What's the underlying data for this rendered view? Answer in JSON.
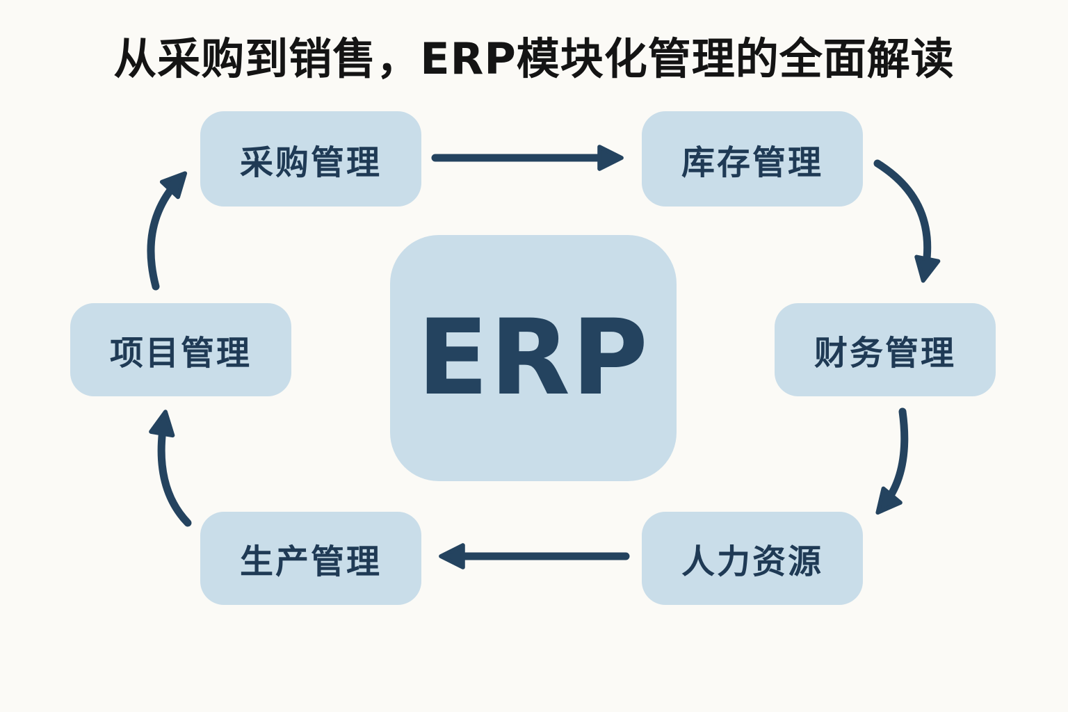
{
  "title": "从采购到销售，ERP模块化管理的全面解读",
  "center": {
    "label": "ERP"
  },
  "modules": [
    {
      "id": "procurement",
      "label": "采购管理"
    },
    {
      "id": "inventory",
      "label": "库存管理"
    },
    {
      "id": "finance",
      "label": "财务管理"
    },
    {
      "id": "hr",
      "label": "人力资源"
    },
    {
      "id": "production",
      "label": "生产管理"
    },
    {
      "id": "project",
      "label": "项目管理"
    }
  ],
  "flow": [
    {
      "from": "采购管理",
      "to": "库存管理"
    },
    {
      "from": "库存管理",
      "to": "财务管理"
    },
    {
      "from": "财务管理",
      "to": "人力资源"
    },
    {
      "from": "人力资源",
      "to": "生产管理"
    },
    {
      "from": "生产管理",
      "to": "项目管理"
    },
    {
      "from": "项目管理",
      "to": "采购管理"
    }
  ],
  "colors": {
    "background": "#fbfaf6",
    "box_fill": "#c9dde9",
    "text": "#1f3a55",
    "arrow": "#24435f"
  }
}
